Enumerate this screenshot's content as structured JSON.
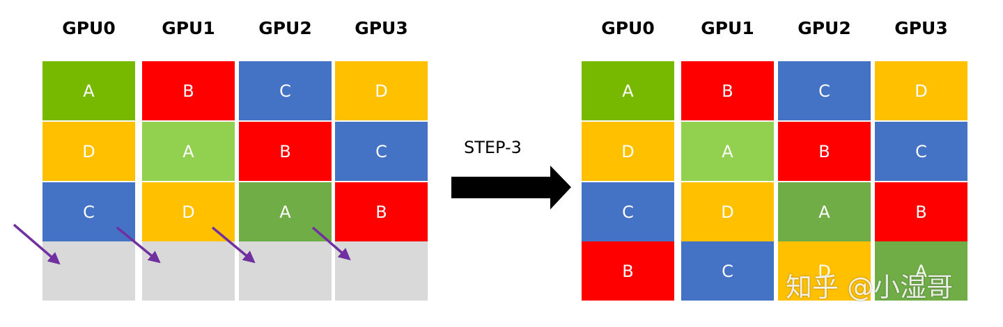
{
  "colors": {
    "A": "#76b900",
    "A_light": "#92d050",
    "A_dark": "#70ad47",
    "B": "#ff0000",
    "C": "#4472c4",
    "D": "#ffc000",
    "empty": "#d9d9d9",
    "arrow_purple": "#7030a0",
    "step_arrow": "#000000"
  },
  "left": {
    "headers": [
      "GPU0",
      "GPU1",
      "GPU2",
      "GPU3"
    ],
    "rows": [
      [
        {
          "label": "A",
          "color": "A"
        },
        {
          "label": "B",
          "color": "B"
        },
        {
          "label": "C",
          "color": "C"
        },
        {
          "label": "D",
          "color": "D"
        }
      ],
      [
        {
          "label": "D",
          "color": "D"
        },
        {
          "label": "A",
          "color": "A_light"
        },
        {
          "label": "B",
          "color": "B"
        },
        {
          "label": "C",
          "color": "C"
        }
      ],
      [
        {
          "label": "C",
          "color": "C"
        },
        {
          "label": "D",
          "color": "D"
        },
        {
          "label": "A",
          "color": "A_dark"
        },
        {
          "label": "B",
          "color": "B"
        }
      ],
      [
        {
          "label": "",
          "color": "empty"
        },
        {
          "label": "",
          "color": "empty"
        },
        {
          "label": "",
          "color": "empty"
        },
        {
          "label": "",
          "color": "empty"
        }
      ]
    ]
  },
  "step": {
    "label": "STEP-3"
  },
  "right": {
    "headers": [
      "GPU0",
      "GPU1",
      "GPU2",
      "GPU3"
    ],
    "rows": [
      [
        {
          "label": "A",
          "color": "A"
        },
        {
          "label": "B",
          "color": "B"
        },
        {
          "label": "C",
          "color": "C"
        },
        {
          "label": "D",
          "color": "D"
        }
      ],
      [
        {
          "label": "D",
          "color": "D"
        },
        {
          "label": "A",
          "color": "A_light"
        },
        {
          "label": "B",
          "color": "B"
        },
        {
          "label": "C",
          "color": "C"
        }
      ],
      [
        {
          "label": "C",
          "color": "C"
        },
        {
          "label": "D",
          "color": "D"
        },
        {
          "label": "A",
          "color": "A_dark"
        },
        {
          "label": "B",
          "color": "B"
        }
      ],
      [
        {
          "label": "B",
          "color": "B"
        },
        {
          "label": "C",
          "color": "C"
        },
        {
          "label": "D",
          "color": "D"
        },
        {
          "label": "A",
          "color": "A_dark"
        }
      ]
    ]
  },
  "watermark": {
    "text": "知乎 @小湿哥"
  }
}
